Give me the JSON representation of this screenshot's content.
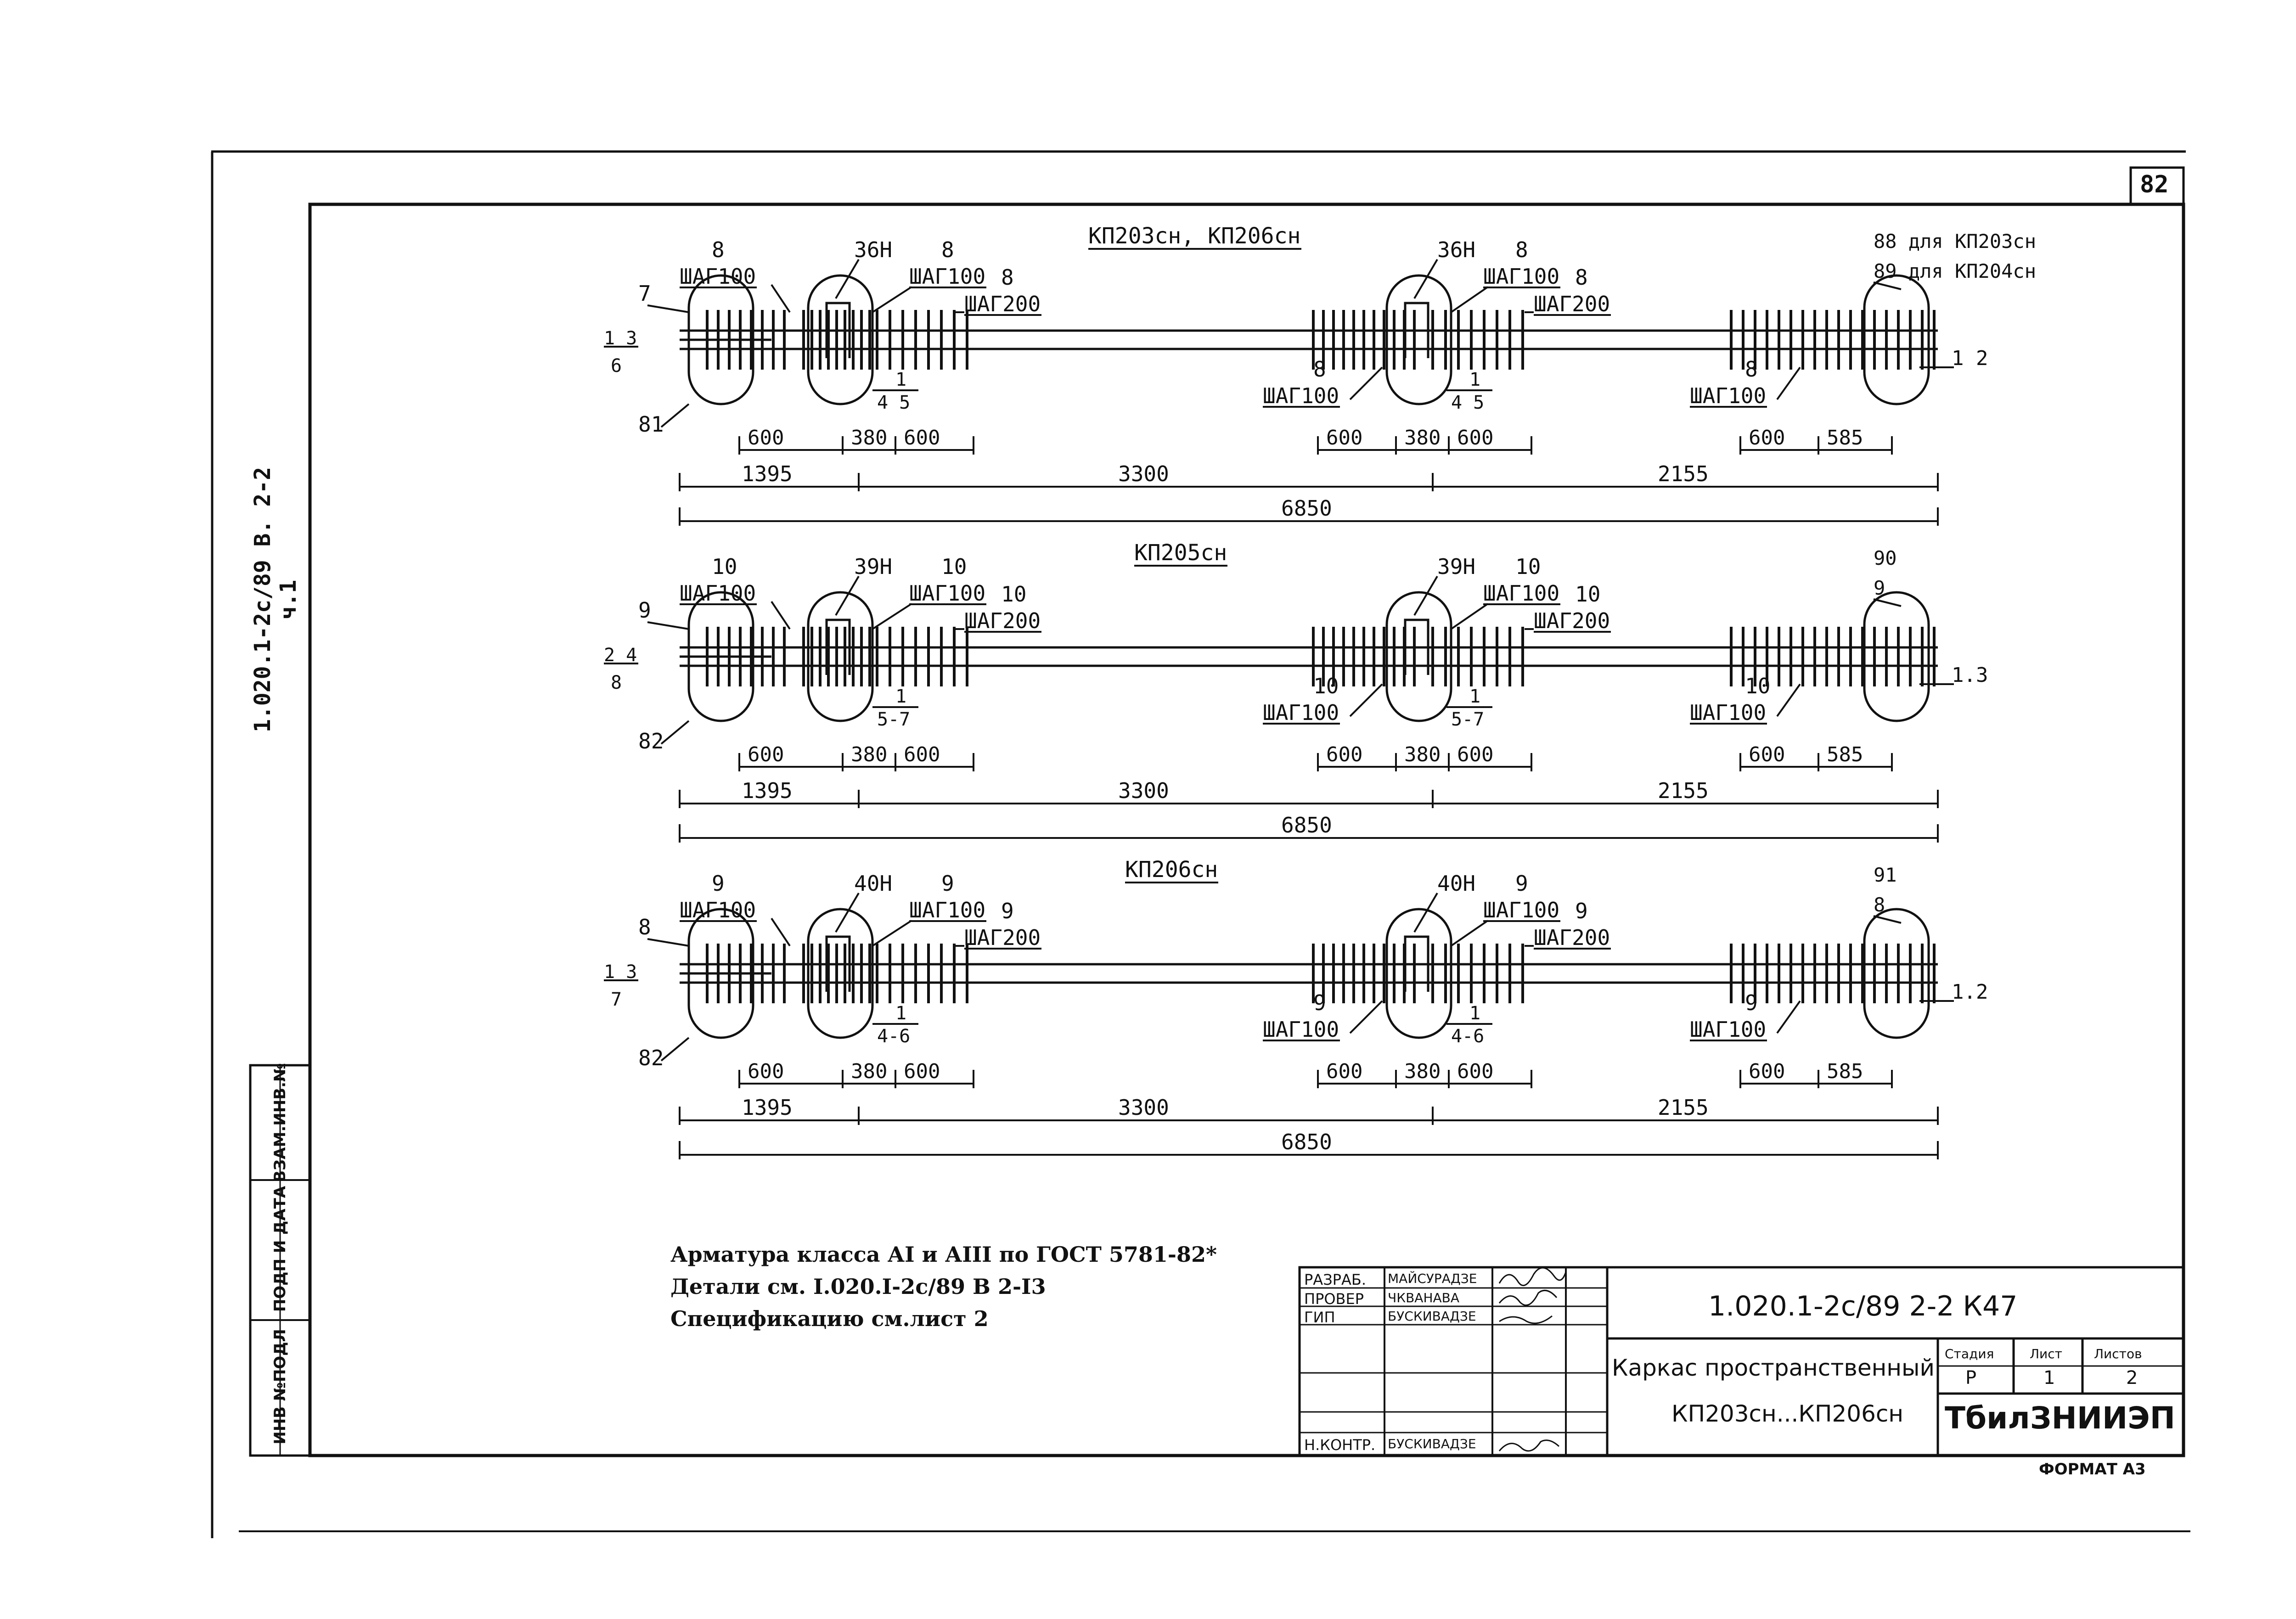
{
  "sheet_number": "82",
  "side_code": "1.020.1-2с/89 В. 2-2 ч.1",
  "side_stamp": [
    "ИНВ №ПОДЛ",
    "ПОДП И ДАТА",
    "ВЗАМ.ИНВ.№"
  ],
  "views": [
    {
      "title": "КП203сн, КП206сн",
      "callouts": {
        "left_end": {
          "top": "7",
          "bottom": "81",
          "side_left": "1 3",
          "side_under": "6",
          "bar": "8",
          "step": "ШАГ100"
        },
        "left_joint": {
          "mark": "36Н",
          "bar": "8",
          "step": "ШАГ100",
          "sub": "1",
          "sub2": "4 5"
        },
        "left_mid": {
          "bar": "8",
          "step": "ШАГ200"
        },
        "center_joint": {
          "mark": "36Н",
          "bar": "8",
          "step": "ШАГ100",
          "bar_left": "8",
          "step_left": "ШАГ100",
          "sub": "1",
          "sub2": "4 5"
        },
        "center_mid": {
          "bar": "8",
          "step": "ШАГ200"
        },
        "right_end": {
          "bar_left": "8",
          "step_left": "ШАГ100",
          "note1": "88 для КП203сн",
          "note2": "89 для КП204сн",
          "side": "1 2"
        }
      },
      "dims_small": [
        "600",
        "380",
        "600",
        "600",
        "380",
        "600",
        "600",
        "585"
      ],
      "dims_mid": [
        "1395",
        "3300",
        "2155"
      ],
      "dim_total": "6850"
    },
    {
      "title": "КП205сн",
      "callouts": {
        "left_end": {
          "top": "9",
          "bottom": "82",
          "side_left": "2 4",
          "side_under": "8",
          "bar": "10",
          "step": "ШАГ100"
        },
        "left_joint": {
          "mark": "39Н",
          "bar": "10",
          "step": "ШАГ100",
          "sub": "1",
          "sub2": "5-7"
        },
        "left_mid": {
          "bar": "10",
          "step": "ШАГ200"
        },
        "center_joint": {
          "mark": "39Н",
          "bar": "10",
          "step": "ШАГ100",
          "bar_left": "10",
          "step_left": "ШАГ100",
          "sub": "1",
          "sub2": "5-7"
        },
        "center_mid": {
          "bar": "10",
          "step": "ШАГ200"
        },
        "right_end": {
          "bar_left": "10",
          "step_left": "ШАГ100",
          "note1": "90",
          "note2": "9",
          "side": "1.3"
        }
      },
      "dims_small": [
        "600",
        "380",
        "600",
        "600",
        "380",
        "600",
        "600",
        "585"
      ],
      "dims_mid": [
        "1395",
        "3300",
        "2155"
      ],
      "dim_total": "6850"
    },
    {
      "title": "КП206сн",
      "callouts": {
        "left_end": {
          "top": "8",
          "bottom": "82",
          "side_left": "1 3",
          "side_under": "7",
          "bar": "9",
          "step": "ШАГ100"
        },
        "left_joint": {
          "mark": "40Н",
          "bar": "9",
          "step": "ШАГ100",
          "sub": "1",
          "sub2": "4-6"
        },
        "left_mid": {
          "bar": "9",
          "step": "ШАГ200"
        },
        "center_joint": {
          "mark": "40Н",
          "bar": "9",
          "step": "ШАГ100",
          "bar_left": "9",
          "step_left": "ШАГ100",
          "sub": "1",
          "sub2": "4-6"
        },
        "center_mid": {
          "bar": "9",
          "step": "ШАГ200"
        },
        "right_end": {
          "bar_left": "9",
          "step_left": "ШАГ100",
          "note1": "91",
          "note2": "8",
          "side": "1.2"
        }
      },
      "dims_small": [
        "600",
        "380",
        "600",
        "600",
        "380",
        "600",
        "600",
        "585"
      ],
      "dims_mid": [
        "1395",
        "3300",
        "2155"
      ],
      "dim_total": "6850"
    }
  ],
  "notes": [
    "Арматура класса АI и АIII по ГОСТ 5781-82*",
    "Детали см. I.020.I-2с/89 В 2-I3",
    "Спецификацию см.лист 2"
  ],
  "title_block": {
    "roles": [
      {
        "role": "РАЗРАБ.",
        "name": "МАЙСУРАДЗЕ"
      },
      {
        "role": "ПРОВЕР",
        "name": "ЧКВАНАВА"
      },
      {
        "role": "ГИП",
        "name": "БУСКИВАДЗЕ"
      },
      {
        "role": "",
        "name": ""
      },
      {
        "role": "",
        "name": ""
      },
      {
        "role": "Н.КОНТР.",
        "name": "БУСКИВАДЗЕ"
      }
    ],
    "code": "1.020.1-2с/89  2-2  К47",
    "title_line1": "Каркас пространственный",
    "title_line2": "КП203сн...КП206сн",
    "stage_label": "Стадия",
    "sheet_label": "Лист",
    "sheets_label": "Листов",
    "stage": "Р",
    "sheet": "1",
    "sheets": "2",
    "org": "ТбилЗНИИЭП"
  },
  "format_label": "ФОРМАТ А3"
}
